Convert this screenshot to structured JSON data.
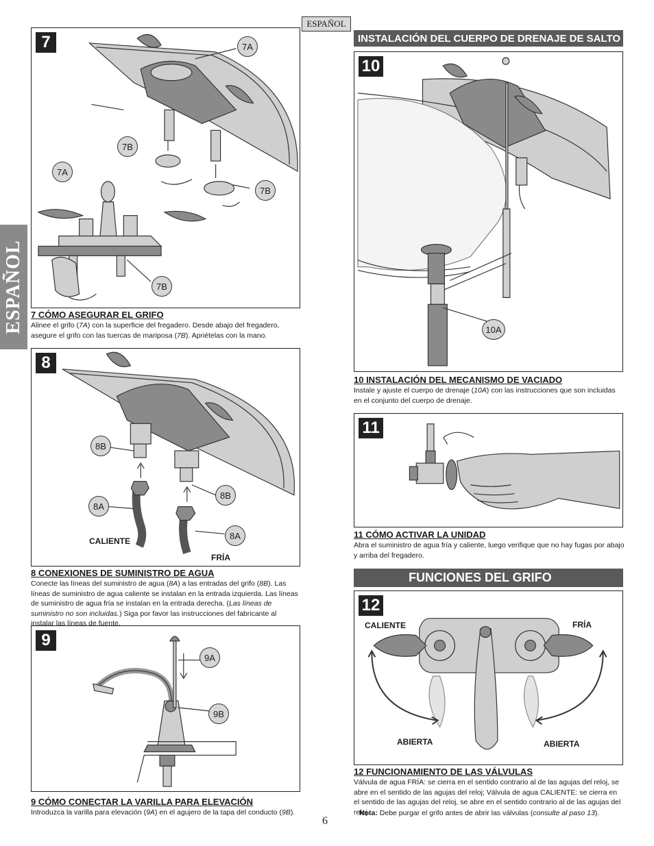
{
  "language_tag": "ESPAÑOL",
  "side_tab": "ESPAÑOL",
  "page_number": "6",
  "sections": {
    "drain_heading": "INSTALACIÓN DEL CUERPO DE DRENAJE DE SALTO",
    "functions_heading": "FUNCIONES DEL GRIFO"
  },
  "steps": {
    "s7": {
      "number": "7",
      "callouts": [
        "7A",
        "7B",
        "7A",
        "7B",
        "7B"
      ],
      "title": "7  CÓMO ASEGURAR EL GRIFO",
      "text_parts": [
        "Alinee el grifo (",
        "7A",
        ") con la superficie del fregadero. Desde abajo del fregadero, asegure el grifo con las tuercas de mariposa (",
        "7B",
        "). Apriételas con la mano."
      ]
    },
    "s8": {
      "number": "8",
      "callouts": [
        "8B",
        "8A",
        "8B",
        "8A"
      ],
      "label_hot": "CALIENTE",
      "label_cold": "FRÍA",
      "title": "8  CONEXIONES DE SUMINISTRO DE AGUA",
      "text_parts": [
        "Conecte las líneas del suministro de agua (",
        "8A",
        ") a las entradas del grifo (",
        "8B",
        ").  Las líneas de suministro de agua caliente se instalan en la entrada izquierda. Las líneas de suministro de agua fría se instalan en la entrada derecha. (",
        "Las líneas de suministro no son incluidas.",
        ") Siga por favor las instrucciones del fabricante al instalar las líneas de fuente."
      ]
    },
    "s9": {
      "number": "9",
      "callouts": [
        "9A",
        "9B"
      ],
      "title": "9  CÓMO CONECTAR LA VARILLA PARA ELEVACIÓN",
      "text_parts": [
        "Introduzca la varilla para elevación (",
        "9A",
        ") en el agujero de la tapa del conducto (",
        "9B",
        ")."
      ]
    },
    "s10": {
      "number": "10",
      "callouts": [
        "10A"
      ],
      "title": "10  INSTALACIÓN DEL MECANISMO DE VACIADO",
      "text_parts": [
        "Instale y ajuste el cuerpo de drenaje (",
        "10A",
        ") con las instrucciones que son incluidas en el conjunto del cuerpo de drenaje."
      ]
    },
    "s11": {
      "number": "11",
      "title": "11  CÓMO ACTIVAR LA UNIDAD",
      "text": "Abra el suministro de agua fría y caliente, luego verifique que no hay fugas por abajo y arriba del fregadero."
    },
    "s12": {
      "number": "12",
      "label_hot": "CALIENTE",
      "label_cold": "FRÍA",
      "label_open_left": "ABIERTA",
      "label_open_right": "ABIERTA",
      "title": "12  FUNCIONAMIENTO DE LAS VÁLVULAS",
      "text": "Válvula de agua FRÍA: se cierra en el sentido contrario al de las agujas del reloj, se abre en el sentido de las agujas del reloj; Válvula de agua CALIENTE: se cierra en el sentido de las agujas del reloj, se abre en el sentido contrario al de las agujas del reloj.",
      "note_label": "Nota:",
      "note_text": "Debe purgar el grifo antes de abrir las válvulas (",
      "note_ref": "consulte al paso 13",
      "note_end": ")."
    }
  }
}
